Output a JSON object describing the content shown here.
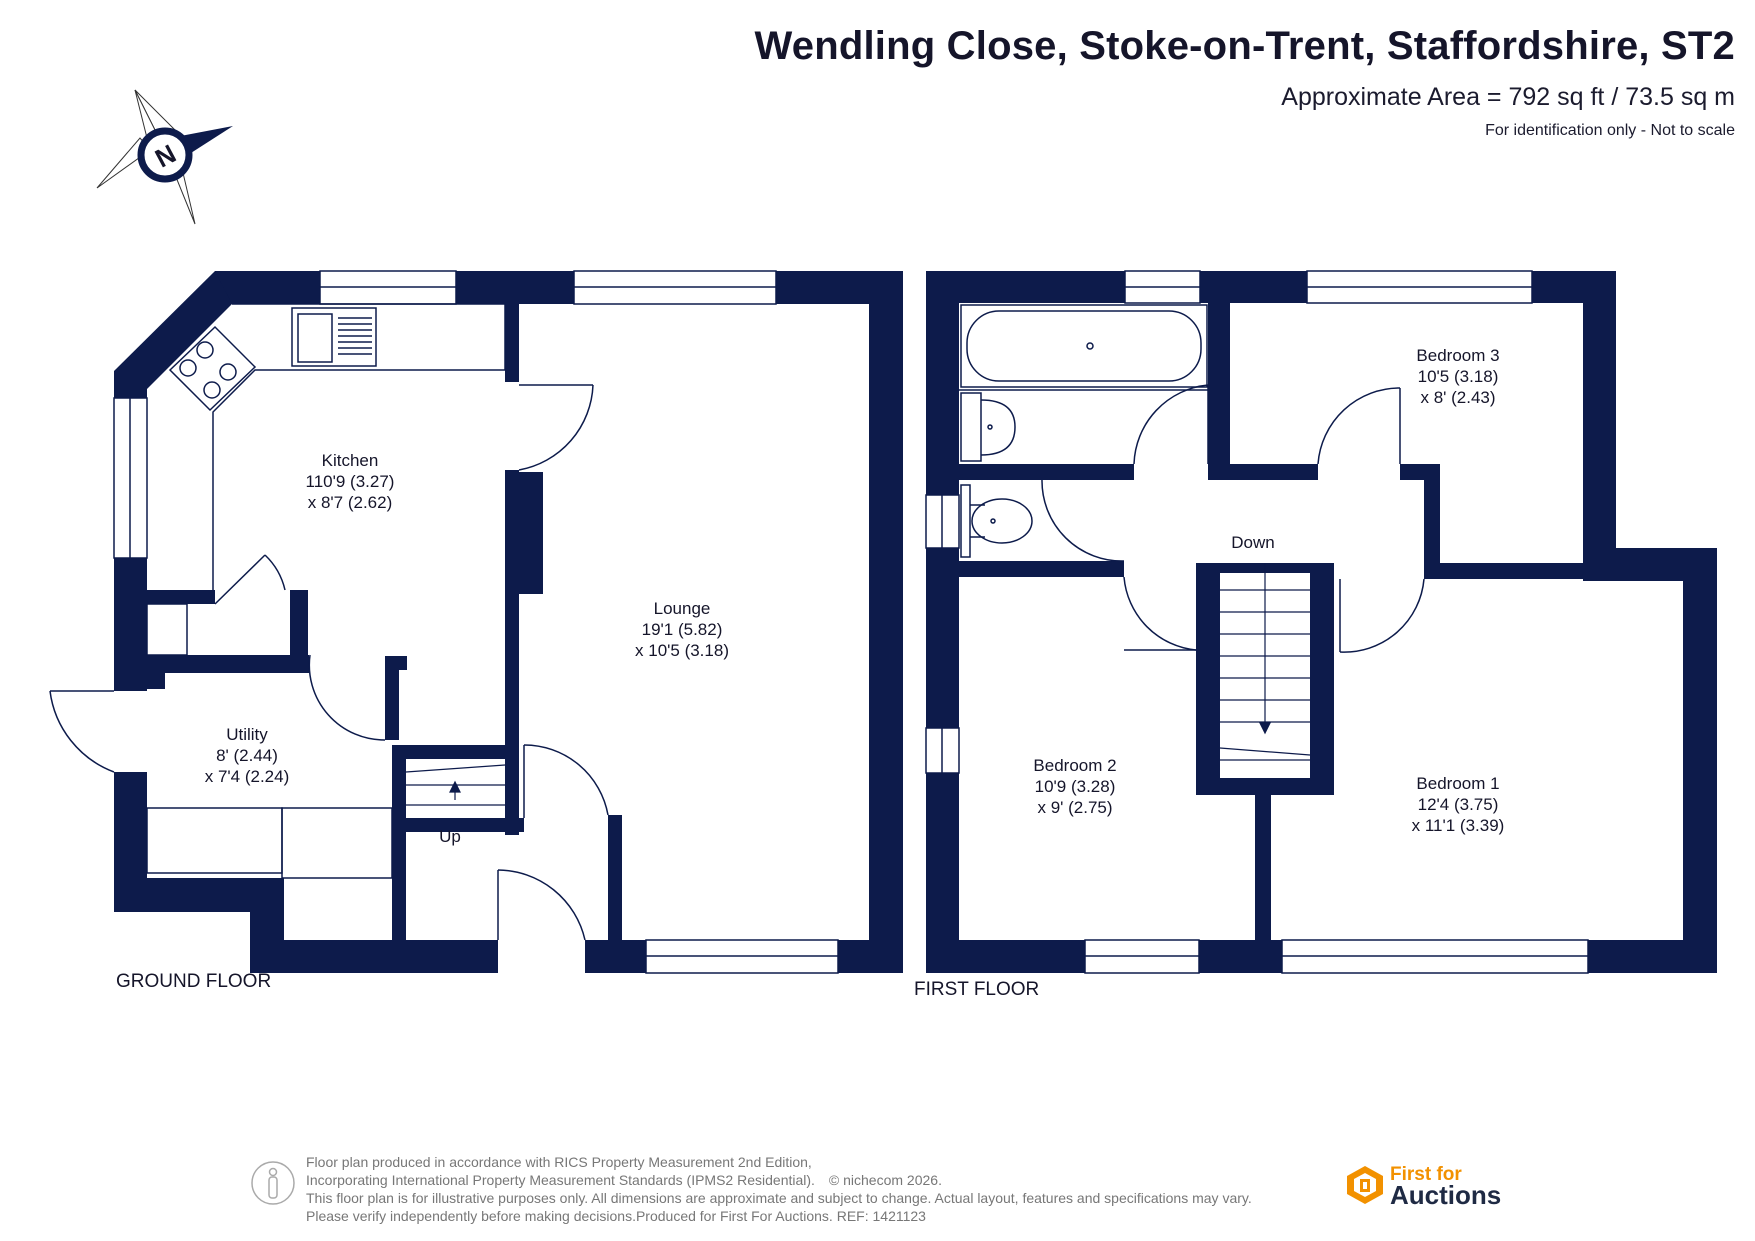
{
  "header": {
    "title": "Wendling Close, Stoke-on-Trent, Staffordshire, ST2",
    "area": "Approximate Area = 792 sq ft / 73.5 sq m",
    "note": "For identification only - Not to scale"
  },
  "compass": {
    "letter": "N"
  },
  "ground_floor": {
    "label": "GROUND FLOOR",
    "kitchen": {
      "name": "Kitchen",
      "dim1": "110'9 (3.27)",
      "dim2": "x 8'7 (2.62)"
    },
    "lounge": {
      "name": "Lounge",
      "dim1": "19'1 (5.82)",
      "dim2": "x 10'5 (3.18)"
    },
    "utility": {
      "name": "Utility",
      "dim1": "8' (2.44)",
      "dim2": "x 7'4 (2.24)"
    },
    "stairs": "Up"
  },
  "first_floor": {
    "label": "FIRST FLOOR",
    "bedroom3": {
      "name": "Bedroom 3",
      "dim1": "10'5 (3.18)",
      "dim2": "x 8' (2.43)"
    },
    "bedroom2": {
      "name": "Bedroom 2",
      "dim1": "10'9 (3.28)",
      "dim2": "x 9' (2.75)"
    },
    "bedroom1": {
      "name": "Bedroom 1",
      "dim1": "12'4 (3.75)",
      "dim2": "x 11'1 (3.39)"
    },
    "stairs": "Down"
  },
  "footer": {
    "line1": "Floor plan produced in accordance with RICS Property Measurement 2nd Edition,",
    "line2": "Incorporating International Property Measurement Standards (IPMS2 Residential).",
    "copyright": "© nichecom 2026.",
    "line3": "This floor plan is for illustrative purposes only. All dimensions are approximate and subject to change. Actual layout, features and specifications may vary.",
    "line4": "Please verify independently before making decisions.Produced for First For Auctions.   REF:  1421123"
  },
  "logo": {
    "line1": "First for",
    "line2": "Auctions"
  },
  "colors": {
    "wall": "#0d1b4b",
    "accent": "#f29100"
  }
}
